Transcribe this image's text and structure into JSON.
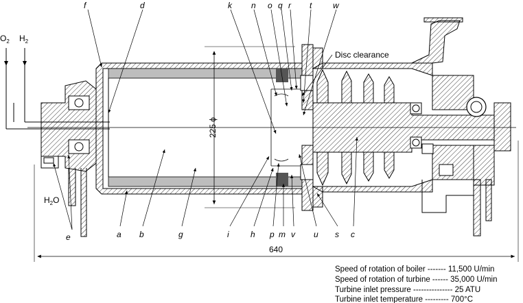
{
  "gases": {
    "o2": "O",
    "o2_sub": "2",
    "h2": "H",
    "h2_sub": "2",
    "h2o": "H",
    "h2o_sub": "2",
    "h2o_tail": "O"
  },
  "labels": {
    "a": "a",
    "b": "b",
    "c": "c",
    "d": "d",
    "e": "e",
    "f": "f",
    "g": "g",
    "h": "h",
    "i": "i",
    "k": "k",
    "m": "m",
    "n": "n",
    "o": "o",
    "p": "p",
    "q": "q",
    "r": "r",
    "s": "s",
    "t": "t",
    "u": "u",
    "v": "v",
    "w": "w"
  },
  "disc_clearance": "Disc clearance",
  "dims": {
    "diameter": "225 ϕ",
    "length": "640"
  },
  "specs": [
    "Speed of rotation of boiler ------- 11,500 U/min",
    "Speed of rotation of turbine ------ 35,000 U/min",
    "Turbine inlet pressure --------------- 25 ATU",
    "Turbine inlet temperature --------- 700°C"
  ]
}
